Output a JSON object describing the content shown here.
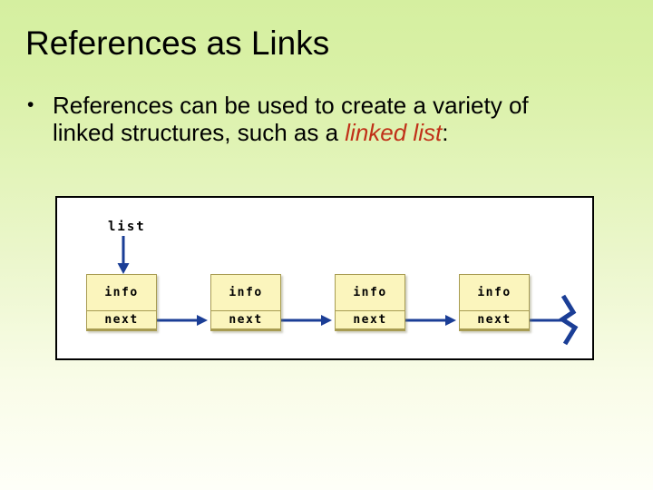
{
  "slide": {
    "title": "References as Links",
    "bullet": {
      "marker": "•",
      "line1": "References can be used to create a variety of",
      "line2_prefix": "linked structures, such as a ",
      "line2_emphasis": "linked list",
      "line2_suffix": ":"
    }
  },
  "diagram": {
    "pointer_label": "list",
    "nodes": [
      {
        "info_label": "info",
        "next_label": "next"
      },
      {
        "info_label": "info",
        "next_label": "next"
      },
      {
        "info_label": "info",
        "next_label": "next"
      },
      {
        "info_label": "info",
        "next_label": "next"
      }
    ],
    "terminator": "null-zigzag"
  },
  "theme": {
    "background_top": "#d5efa0",
    "background_bottom": "#fefff8",
    "title_color": "#000000",
    "body_color": "#000000",
    "emphasis_color": "#c03018",
    "arrow_color": "#1b3e96",
    "node_fill": "#fbf5bd",
    "node_border": "#a89c52",
    "panel_bg": "#ffffff",
    "panel_border": "#000000"
  }
}
